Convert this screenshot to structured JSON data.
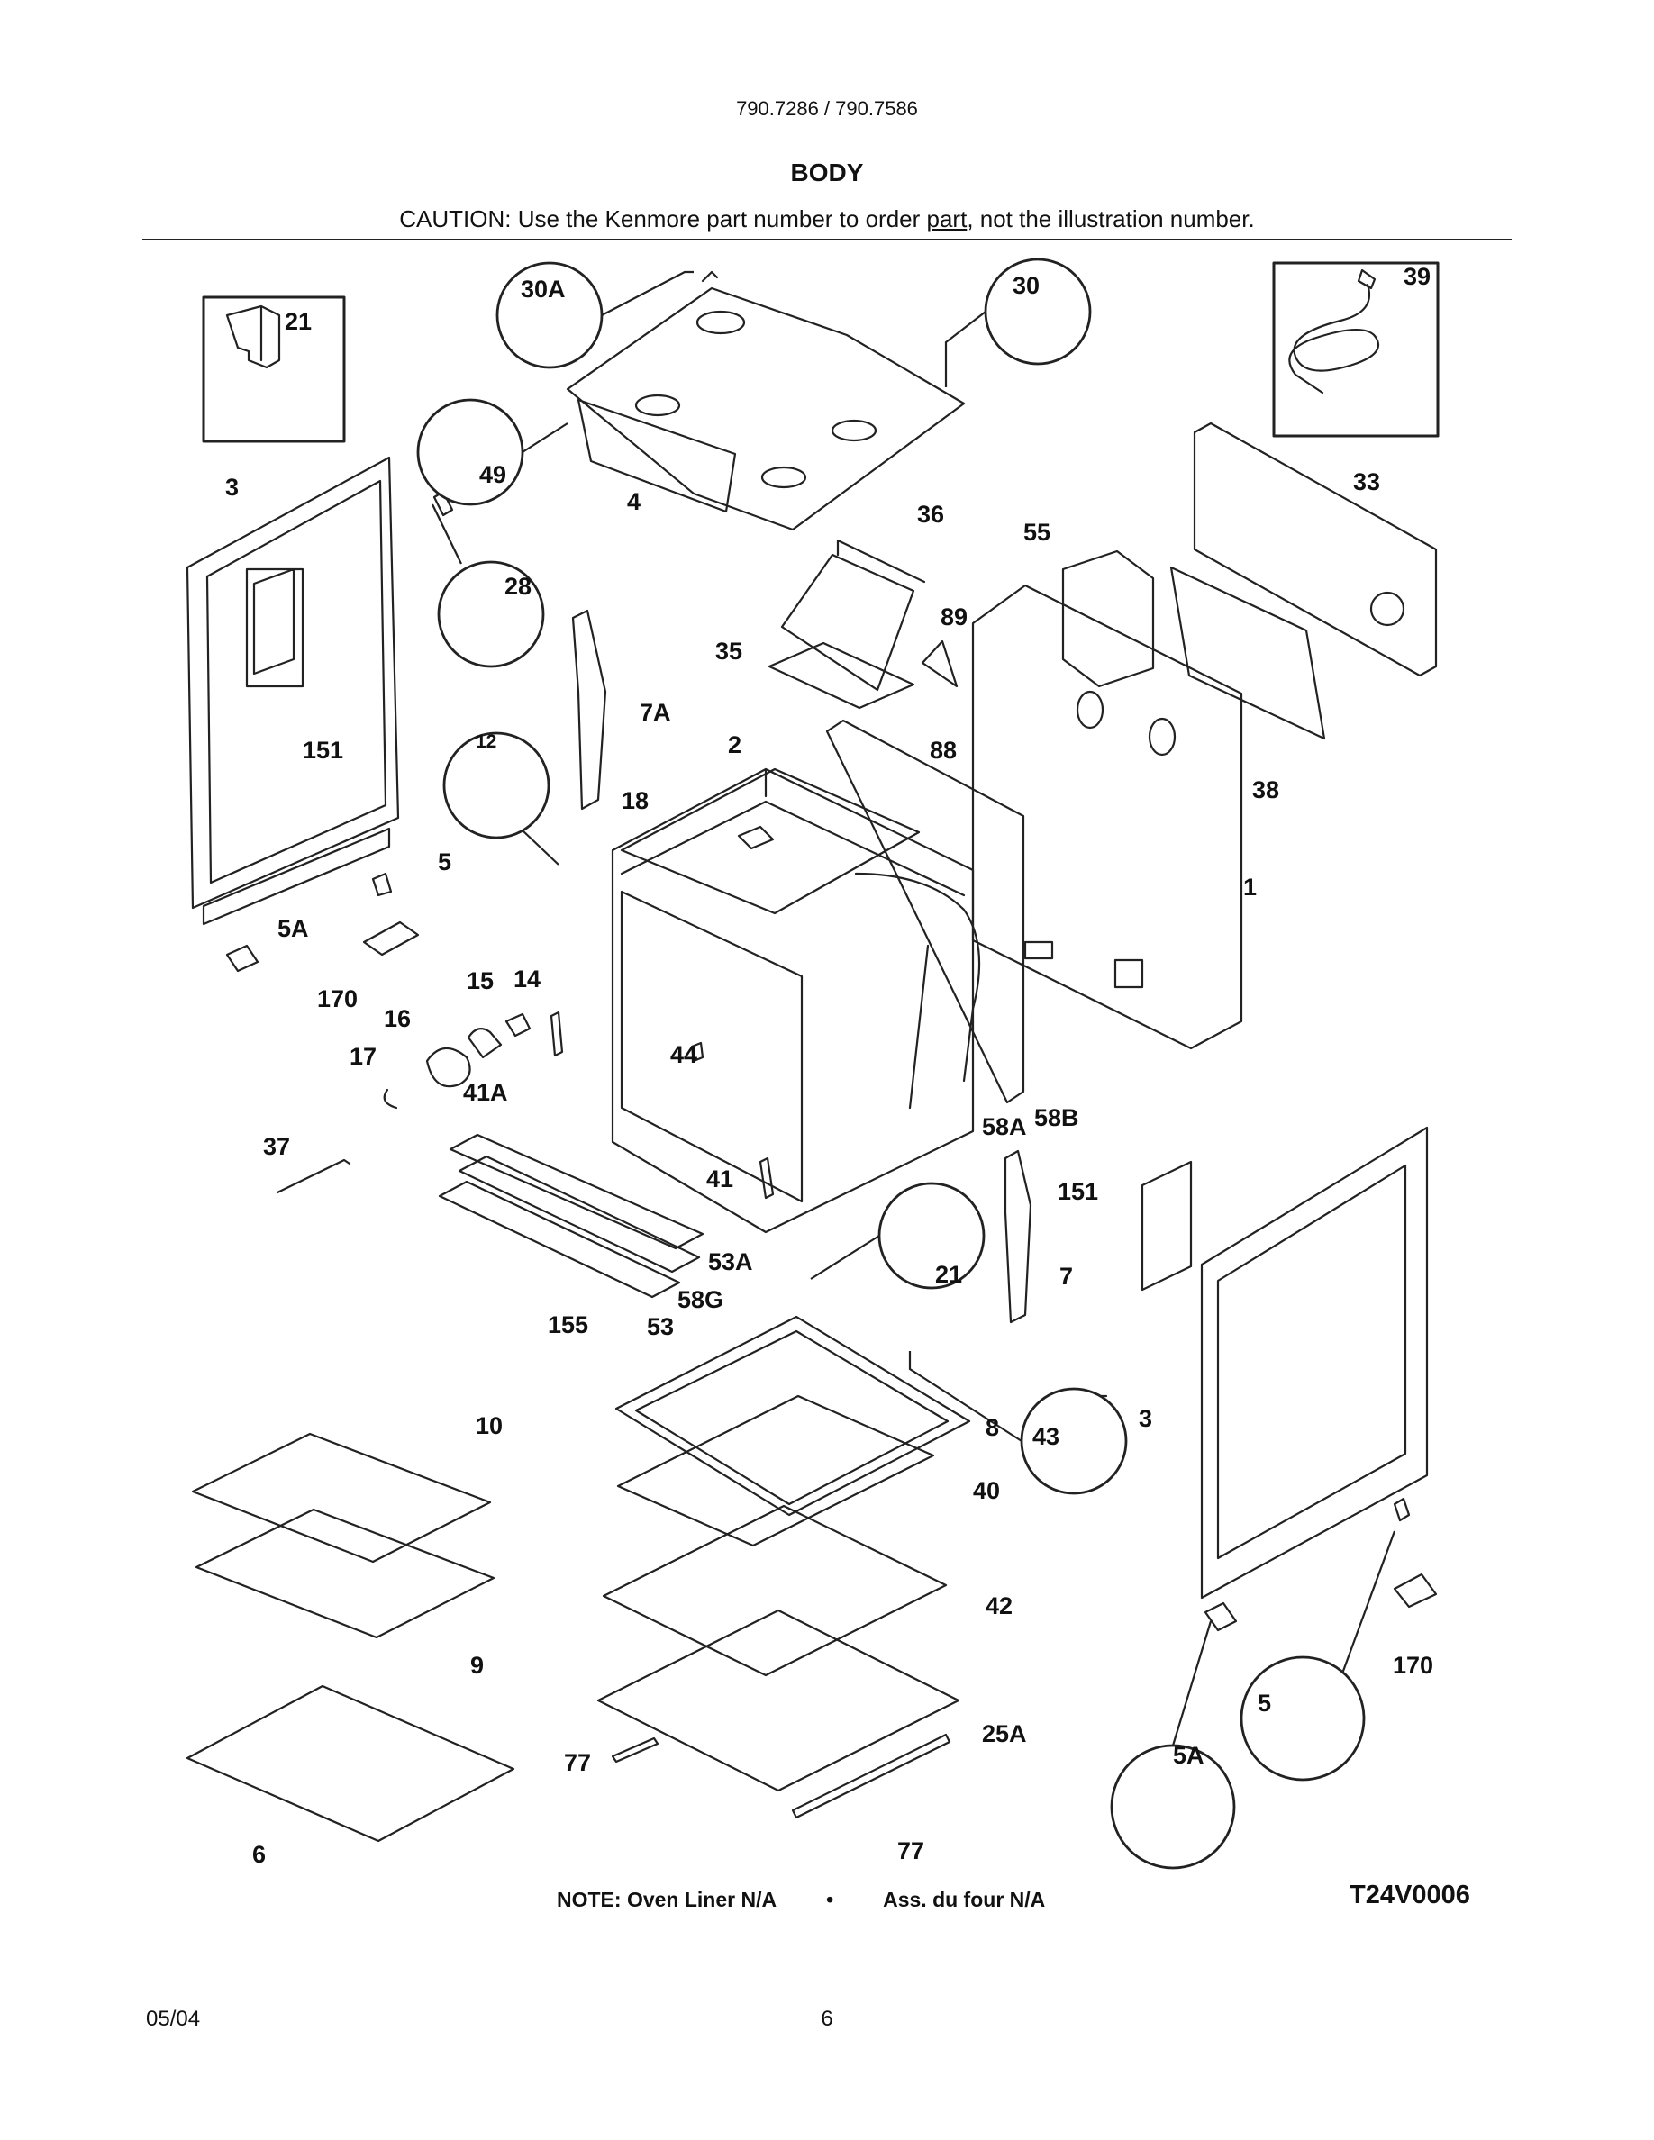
{
  "header": {
    "model_numbers": "790.7286 / 790.7586",
    "section_title": "BODY",
    "caution_prefix": "CAUTION: Use the Kenmore part number to order ",
    "caution_underlined": "part",
    "caution_suffix": ", not the illustration number."
  },
  "diagram": {
    "callouts": [
      "21",
      "30A",
      "30",
      "39",
      "49",
      "4",
      "3",
      "28",
      "151",
      "36",
      "33",
      "55",
      "89",
      "35",
      "7A",
      "88",
      "12",
      "2",
      "38",
      "18",
      "1",
      "5",
      "5A",
      "170",
      "15",
      "14",
      "16",
      "17",
      "44",
      "41A",
      "58A",
      "58B",
      "37",
      "41",
      "151",
      "53A",
      "21",
      "7",
      "58G",
      "155",
      "53",
      "10",
      "8",
      "43",
      "3",
      "40",
      "42",
      "9",
      "170",
      "25A",
      "5",
      "77",
      "5A",
      "6",
      "77"
    ]
  },
  "footer": {
    "note_en": "NOTE: Oven Liner N/A",
    "bullet": "•",
    "note_fr": "Ass. du four N/A",
    "drawing_code": "T24V0006",
    "date": "05/04",
    "page_number": "6"
  }
}
